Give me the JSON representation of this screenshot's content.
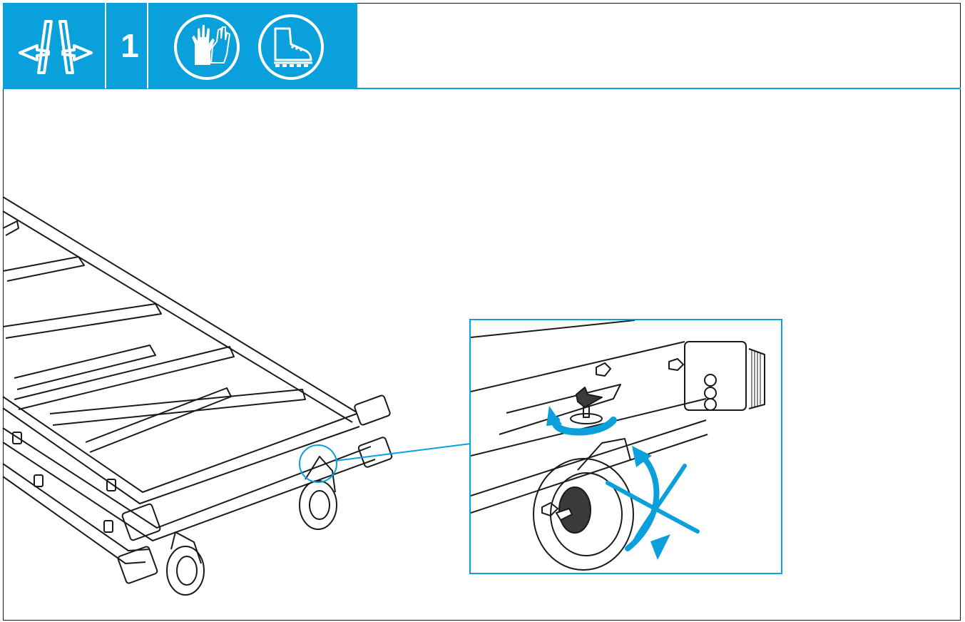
{
  "header": {
    "step_number": "1",
    "icons": [
      "adjust-width-icon",
      "gloves-icon",
      "safety-boot-icon"
    ]
  },
  "colors": {
    "accent": "#0aa0dc",
    "line": "#1a1a1a"
  },
  "illustration": {
    "main": "ladder-with-wheels",
    "detail": "wheel-lock-knob-detail"
  }
}
